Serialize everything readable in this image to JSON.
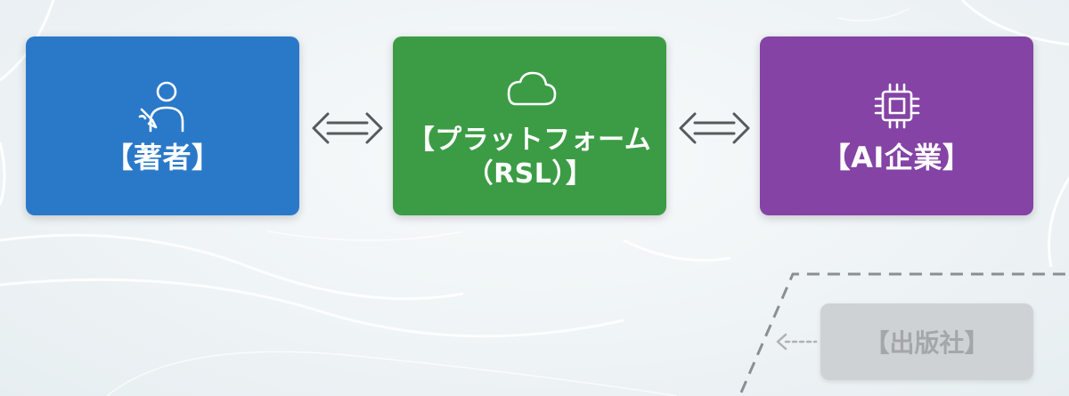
{
  "nodes": {
    "author": {
      "label": "【著者】",
      "color": "#2a79c9",
      "icon": "user-writing-icon"
    },
    "platform": {
      "label": "【プラットフォーム\n（RSL）】",
      "color": "#3c9c45",
      "icon": "cloud-icon"
    },
    "ai": {
      "label": "【AI企業】",
      "color": "#8443a5",
      "icon": "cpu-chip-icon"
    },
    "publisher": {
      "label": "【出版社】",
      "color": "#cfd2d4",
      "text_color": "#a4a7a9"
    }
  },
  "connectors": [
    {
      "from": "author",
      "to": "platform",
      "type": "bidirectional"
    },
    {
      "from": "platform",
      "to": "ai",
      "type": "bidirectional"
    },
    {
      "from": "publisher",
      "to": "ai",
      "type": "dotted-left"
    }
  ],
  "colors": {
    "arrow": "#555a5e",
    "dashed_frame": "#8a8f93"
  }
}
